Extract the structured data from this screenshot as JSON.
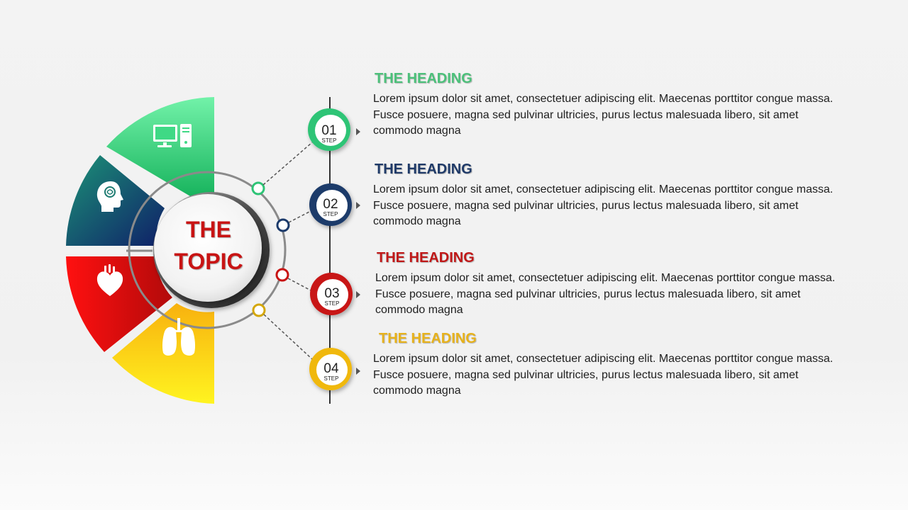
{
  "topic": {
    "line1": "THE",
    "line2": "TOPIC"
  },
  "colors": {
    "green": "#2ec476",
    "blue": "#1b3a6b",
    "red": "#c81414",
    "yellow": "#f0b80c",
    "green_text": "#4cc07a",
    "blue_text": "#1f3a68",
    "red_text": "#c01818",
    "yellow_text": "#e7b21c"
  },
  "segments": [
    {
      "icon": "computer-icon"
    },
    {
      "icon": "brain-head-icon"
    },
    {
      "icon": "heart-icon"
    },
    {
      "icon": "lungs-icon"
    }
  ],
  "steps": [
    {
      "number": "01",
      "label": "STEP",
      "heading": "THE HEADING",
      "body": "Lorem ipsum dolor sit amet, consectetuer adipiscing elit.  Maecenas porttitor congue massa. Fusce posuere, magna sed pulvinar ultricies, purus lectus malesuada libero, sit amet commodo magna"
    },
    {
      "number": "02",
      "label": "STEP",
      "heading": "THE HEADING",
      "body": "Lorem ipsum dolor sit amet, consectetuer adipiscing elit.  Maecenas porttitor congue massa. Fusce posuere, magna sed pulvinar ultricies, purus lectus malesuada libero, sit amet commodo magna"
    },
    {
      "number": "03",
      "label": "STEP",
      "heading": "THE HEADING",
      "body": "Lorem ipsum dolor sit amet, consectetuer adipiscing elit.  Maecenas porttitor congue massa. Fusce posuere, magna sed pulvinar ultricies, purus lectus malesuada libero, sit amet commodo magna"
    },
    {
      "number": "04",
      "label": "STEP",
      "heading": "THE HEADING",
      "body": "Lorem ipsum dolor sit amet, consectetuer adipiscing elit.  Maecenas porttitor congue massa. Fusce posuere, magna sed pulvinar ultricies, purus lectus malesuada libero, sit amet commodo magna"
    }
  ]
}
